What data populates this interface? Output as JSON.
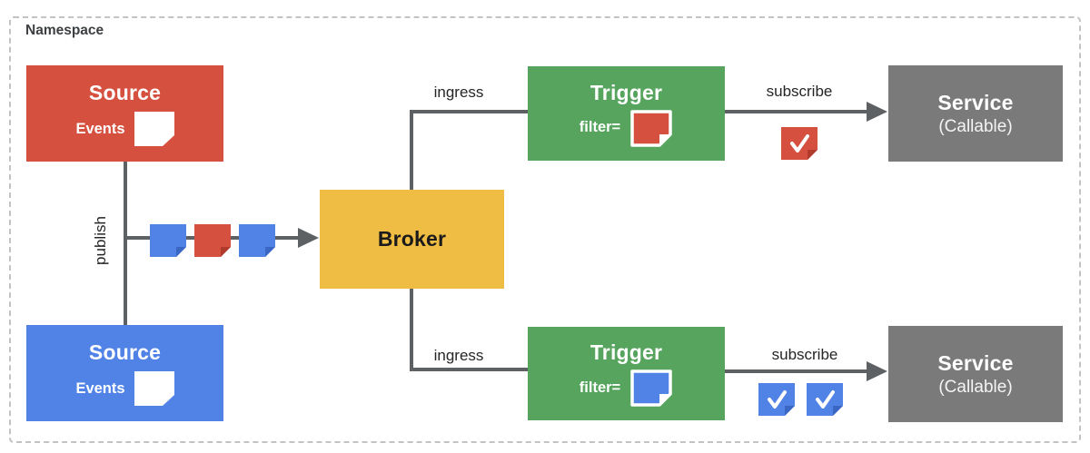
{
  "namespace": {
    "label": "Namespace"
  },
  "colors": {
    "red": "#d5503f",
    "red_fold": "#b03a2c",
    "blue": "#5183e7",
    "blue_fold": "#3a66c4",
    "green": "#56a45e",
    "yellow": "#efbd43",
    "gray": "#7a7a7a",
    "white": "#ffffff",
    "line": "#5e6164"
  },
  "nodes": {
    "source_top": {
      "title": "Source",
      "label": "Events"
    },
    "source_bottom": {
      "title": "Source",
      "label": "Events"
    },
    "broker": {
      "title": "Broker"
    },
    "trigger_top": {
      "title": "Trigger",
      "label": "filter="
    },
    "trigger_bottom": {
      "title": "Trigger",
      "label": "filter="
    },
    "service_top": {
      "title": "Service",
      "subtitle": "(Callable)"
    },
    "service_bottom": {
      "title": "Service",
      "subtitle": "(Callable)"
    }
  },
  "edges": {
    "publish": "publish",
    "ingress_top": "ingress",
    "ingress_bottom": "ingress",
    "subscribe_top": "subscribe",
    "subscribe_bottom": "subscribe"
  },
  "icons": {
    "event_note": "event-note-icon",
    "message_notes": [
      "blue",
      "red",
      "blue"
    ],
    "delivered_top": [
      "red"
    ],
    "delivered_bottom": [
      "blue",
      "blue"
    ]
  }
}
